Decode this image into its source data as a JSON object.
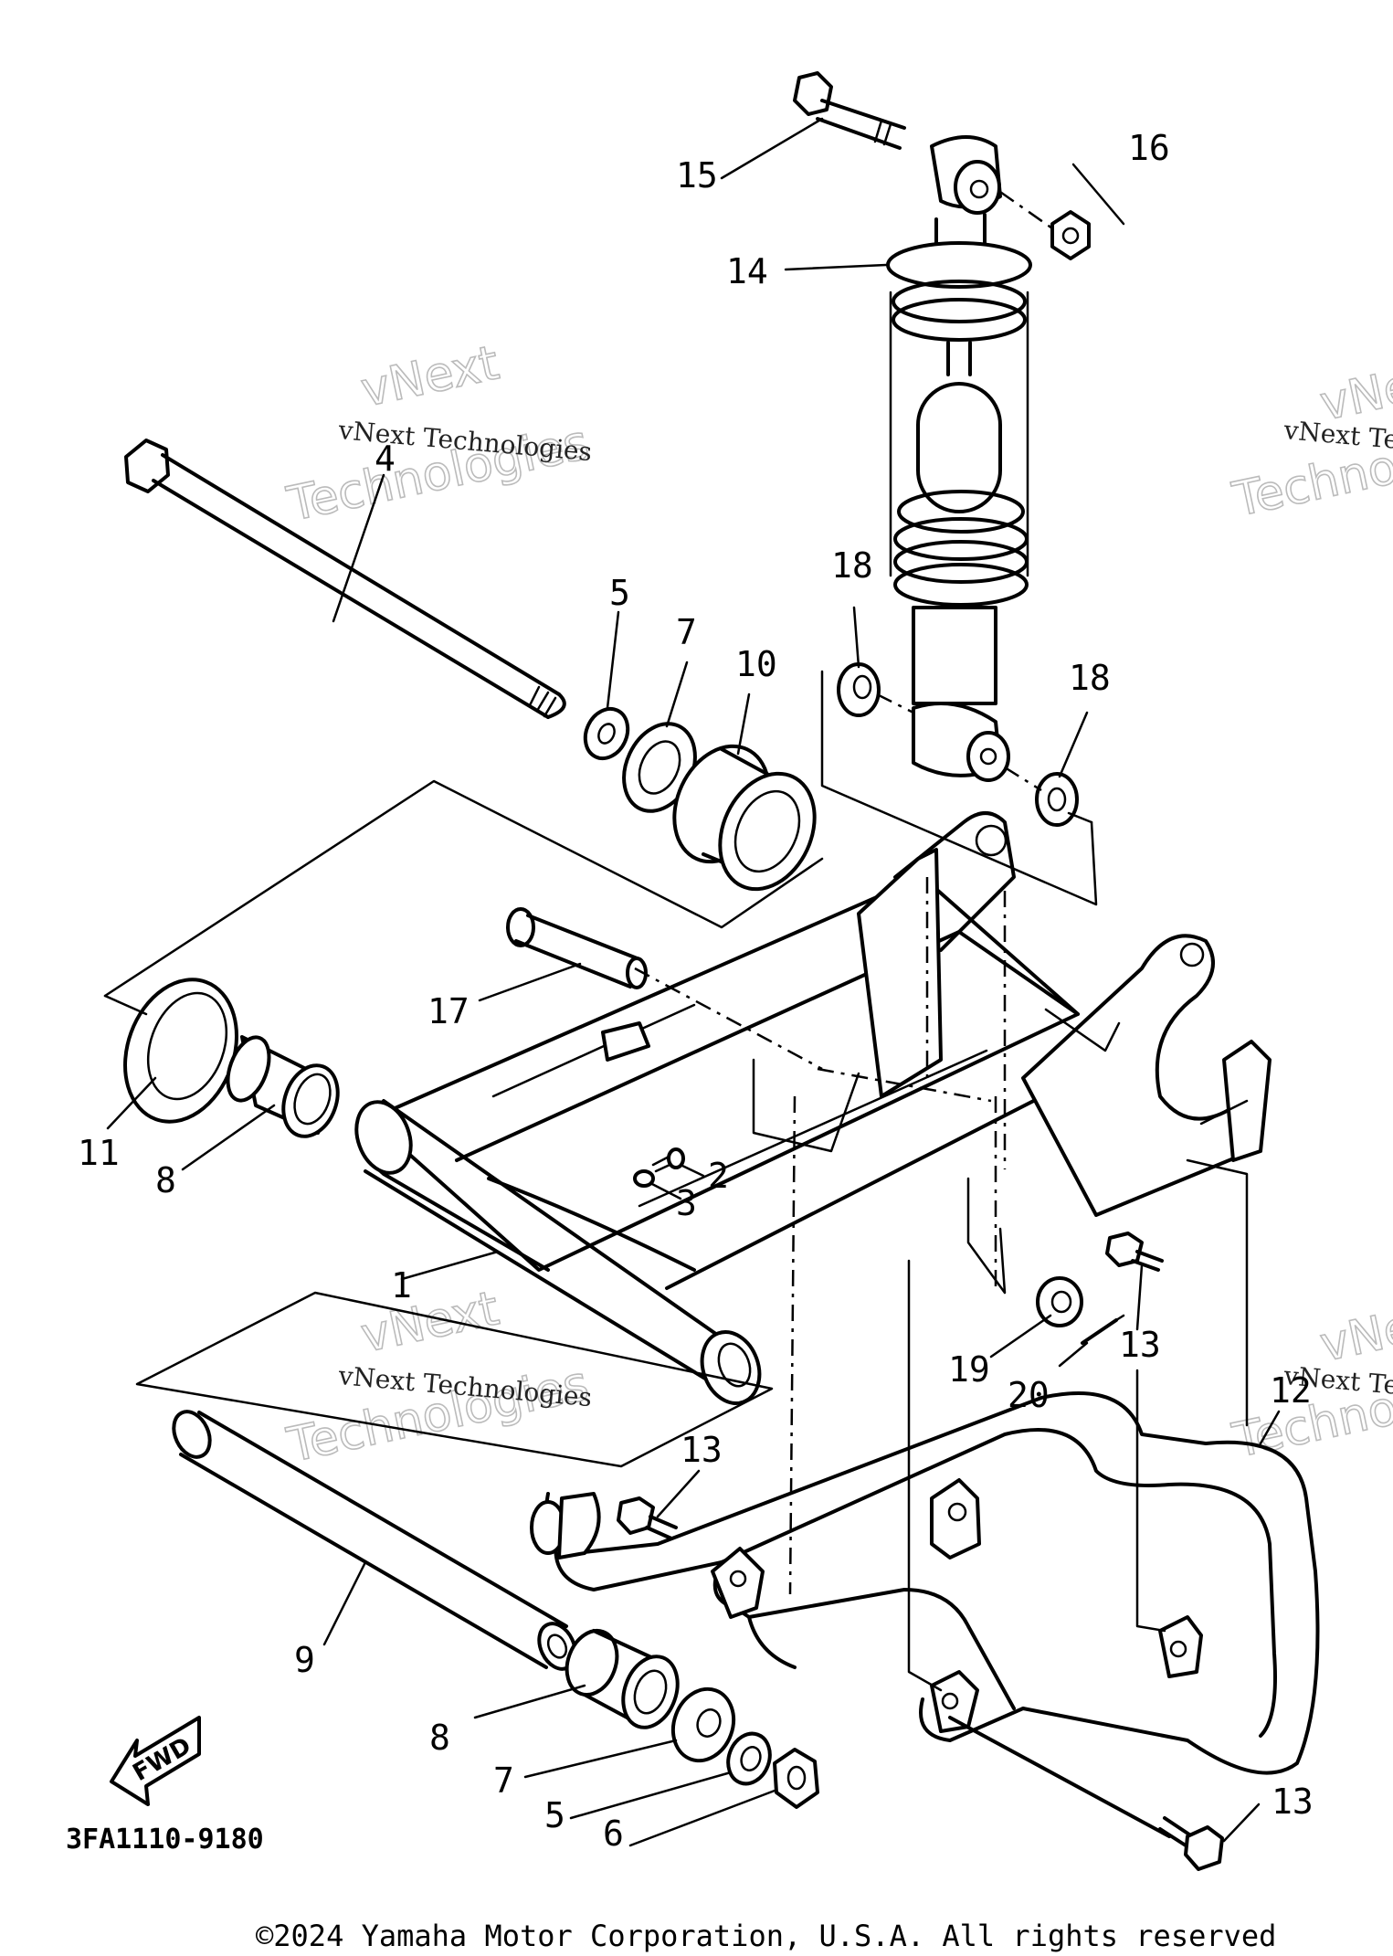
{
  "diagram_code": "3FA1110-9180",
  "copyright": "©2024 Yamaha Motor Corporation, U.S.A. All rights reserved",
  "fwd_label": "FWD",
  "watermark": {
    "line1": "vNext Technologies",
    "line2": "vNext",
    "line3": "Technologies"
  },
  "callouts": [
    {
      "id": "c1",
      "label": "1"
    },
    {
      "id": "c2",
      "label": "2"
    },
    {
      "id": "c3",
      "label": "3"
    },
    {
      "id": "c4",
      "label": "4"
    },
    {
      "id": "c5a",
      "label": "5"
    },
    {
      "id": "c5b",
      "label": "5"
    },
    {
      "id": "c6",
      "label": "6"
    },
    {
      "id": "c7a",
      "label": "7"
    },
    {
      "id": "c7b",
      "label": "7"
    },
    {
      "id": "c8a",
      "label": "8"
    },
    {
      "id": "c8b",
      "label": "8"
    },
    {
      "id": "c9",
      "label": "9"
    },
    {
      "id": "c10",
      "label": "10"
    },
    {
      "id": "c11",
      "label": "11"
    },
    {
      "id": "c12",
      "label": "12"
    },
    {
      "id": "c13a",
      "label": "13"
    },
    {
      "id": "c13b",
      "label": "13"
    },
    {
      "id": "c13c",
      "label": "13"
    },
    {
      "id": "c14",
      "label": "14"
    },
    {
      "id": "c15",
      "label": "15"
    },
    {
      "id": "c16",
      "label": "16"
    },
    {
      "id": "c17",
      "label": "17"
    },
    {
      "id": "c18a",
      "label": "18"
    },
    {
      "id": "c18b",
      "label": "18"
    },
    {
      "id": "c19",
      "label": "19"
    },
    {
      "id": "c20",
      "label": "20"
    }
  ]
}
